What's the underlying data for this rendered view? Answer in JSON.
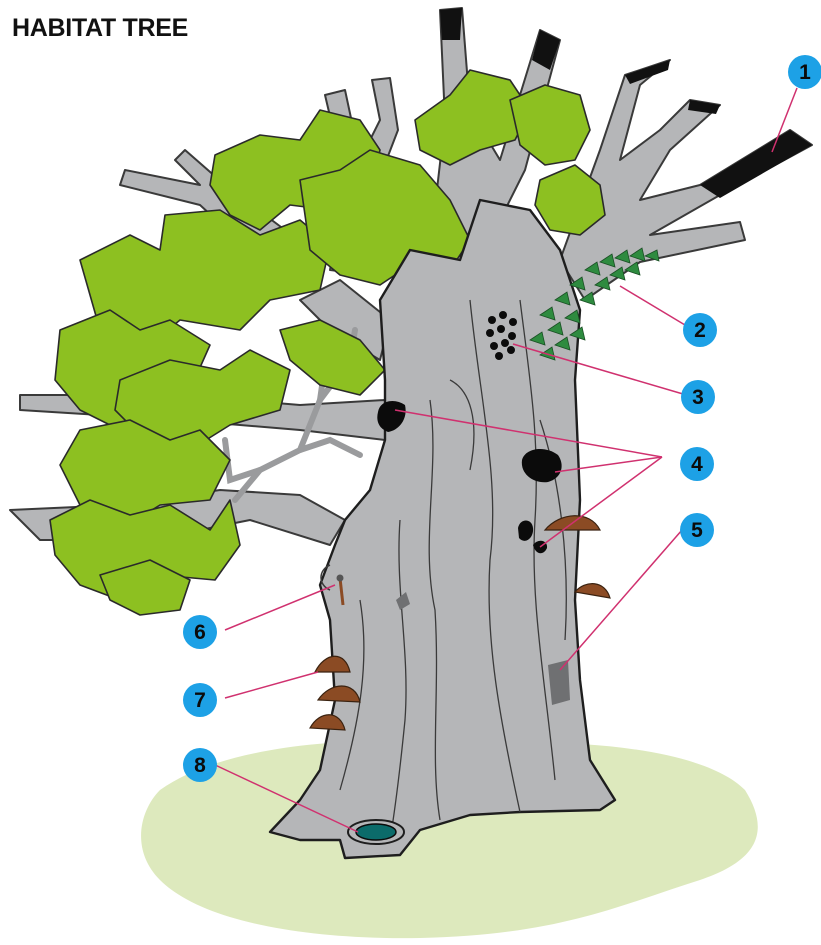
{
  "title": "HABITAT TREE",
  "colors": {
    "ground": "#dde9bd",
    "bark": "#b5b6b8",
    "bark_line": "#3a3a3a",
    "foliage": "#8dc021",
    "ivy": "#2e8b3f",
    "fungus": "#8b4b24",
    "cavity": "#0b0b0b",
    "water": "#0b6b6a",
    "badge": "#1da1e6",
    "leader": "#d0316f"
  },
  "callouts": [
    {
      "number": "1",
      "icon": "dead-branch-icon"
    },
    {
      "number": "2",
      "icon": "ivy-icon"
    },
    {
      "number": "3",
      "icon": "insect-holes-icon"
    },
    {
      "number": "4",
      "icon": "woodpecker-cavity-icon"
    },
    {
      "number": "5",
      "icon": "bark-pocket-icon"
    },
    {
      "number": "6",
      "icon": "crack-icon"
    },
    {
      "number": "7",
      "icon": "bracket-fungus-icon"
    },
    {
      "number": "8",
      "icon": "water-hollow-icon"
    }
  ]
}
